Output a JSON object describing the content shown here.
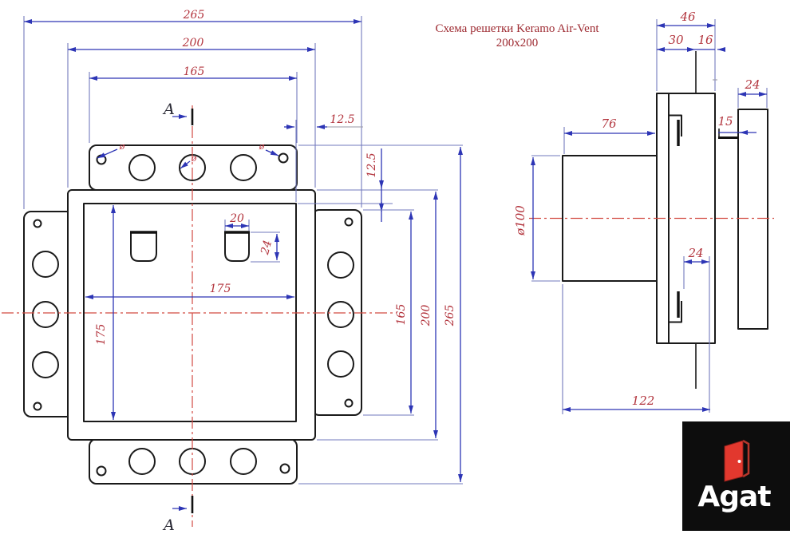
{
  "title": {
    "line1": "Схема решетки Keramo Air-Vent",
    "line2": "200x200"
  },
  "front_view": {
    "section_label_top": "A",
    "section_label_bottom": "A",
    "dims": {
      "overall_width": "265",
      "body_width": "200",
      "flange_width": "165",
      "inset_horizontal": "12.5",
      "inset_vertical": "12.5",
      "clip_width": "20",
      "clip_height": "24",
      "inner_width": "175",
      "inner_height": "175",
      "flange_height": "165",
      "body_height": "200",
      "overall_height": "265",
      "hole_dia_left": "ø",
      "hole_dia_center": "ø",
      "hole_dia_right": "ø"
    }
  },
  "side_view": {
    "dims": {
      "total_depth": "46",
      "box_depth": "30",
      "front_depth": "16",
      "duct_length": "76",
      "cover_width": "24",
      "gap": "15",
      "duct_diameter": "ø100",
      "clip_offset": "24",
      "overall_length": "122"
    }
  },
  "logo": {
    "text": "Agat"
  },
  "colors": {
    "dimension_blue": "#2d35b5",
    "dim_text_red": "#b2333c",
    "centerline_red": "#d24a42",
    "object_black": "#1a1a1a",
    "title_red": "#9e2b32",
    "logo_background": "#0d0d0d",
    "logo_door_red": "#e2382e",
    "logo_text_white": "#ffffff"
  }
}
